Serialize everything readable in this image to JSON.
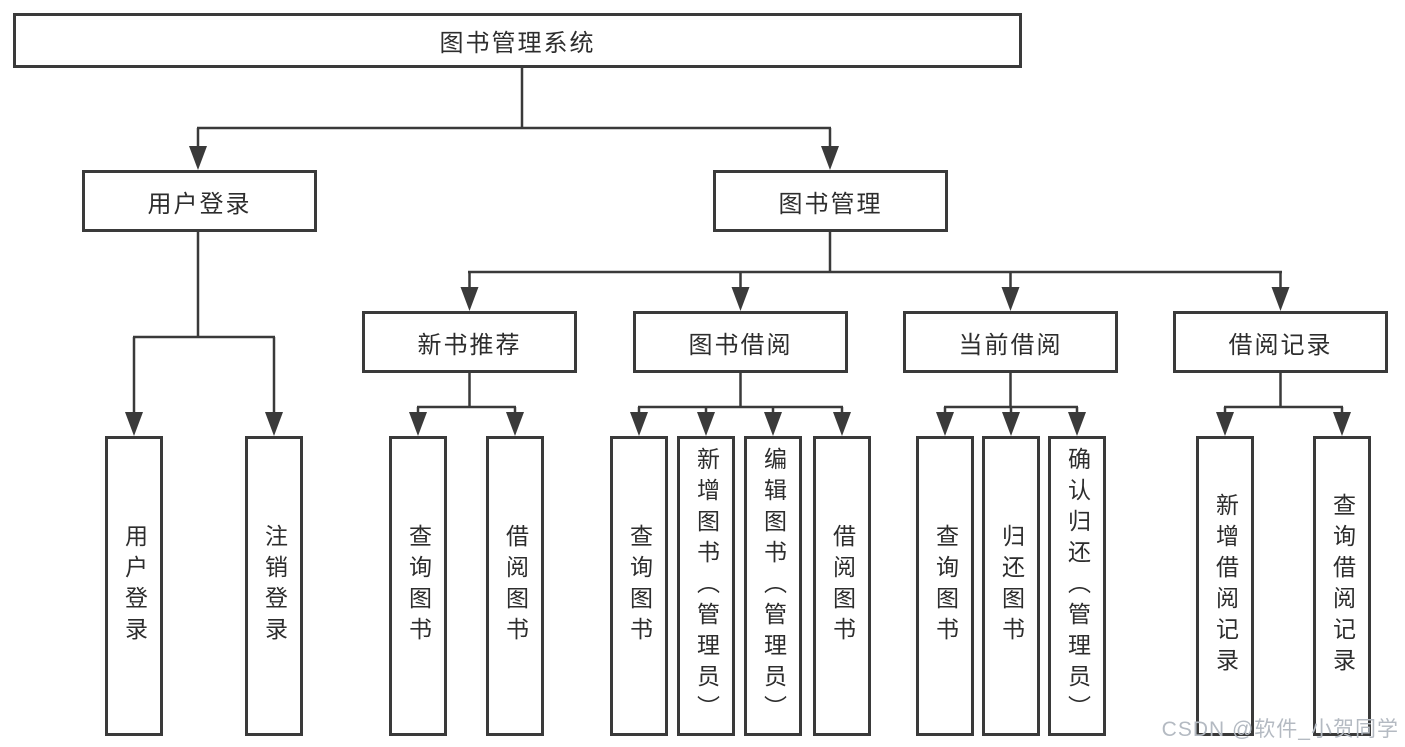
{
  "diagram": {
    "title": "图书管理系统",
    "level2": {
      "user_login": "用户登录",
      "book_management": "图书管理"
    },
    "level3": {
      "new_book_recommend": "新书推荐",
      "book_borrowing": "图书借阅",
      "current_borrowing": "当前借阅",
      "borrowing_records": "借阅记录"
    },
    "leaves": {
      "user_login": "用户登录",
      "logout": "注销登录",
      "nbr_query_books": "查询图书",
      "nbr_borrow_books": "借阅图书",
      "bb_query_books": "查询图书",
      "bb_add_books_admin": "新增图书（管理员）",
      "bb_edit_books_admin": "编辑图书（管理员）",
      "bb_borrow_books": "借阅图书",
      "cb_query_books": "查询图书",
      "cb_return_books": "归还图书",
      "cb_confirm_return_admin": "确认归还（管理员）",
      "br_add_record": "新增借阅记录",
      "br_query_record": "查询借阅记录"
    },
    "hierarchy": {
      "图书管理系统": [
        "用户登录",
        "图书管理"
      ],
      "用户登录": [
        "用户登录",
        "注销登录"
      ],
      "图书管理": [
        "新书推荐",
        "图书借阅",
        "当前借阅",
        "借阅记录"
      ],
      "新书推荐": [
        "查询图书",
        "借阅图书"
      ],
      "图书借阅": [
        "查询图书",
        "新增图书（管理员）",
        "编辑图书（管理员）",
        "借阅图书"
      ],
      "当前借阅": [
        "查询图书",
        "归还图书",
        "确认归还（管理员）"
      ],
      "借阅记录": [
        "新增借阅记录",
        "查询借阅记录"
      ]
    },
    "colors": {
      "line": "#3a3a3a",
      "text": "#2d2d2d",
      "background": "#ffffff",
      "watermark": "#b4bac2"
    }
  },
  "watermark": {
    "text": "CSDN @软件_小贺同学"
  }
}
